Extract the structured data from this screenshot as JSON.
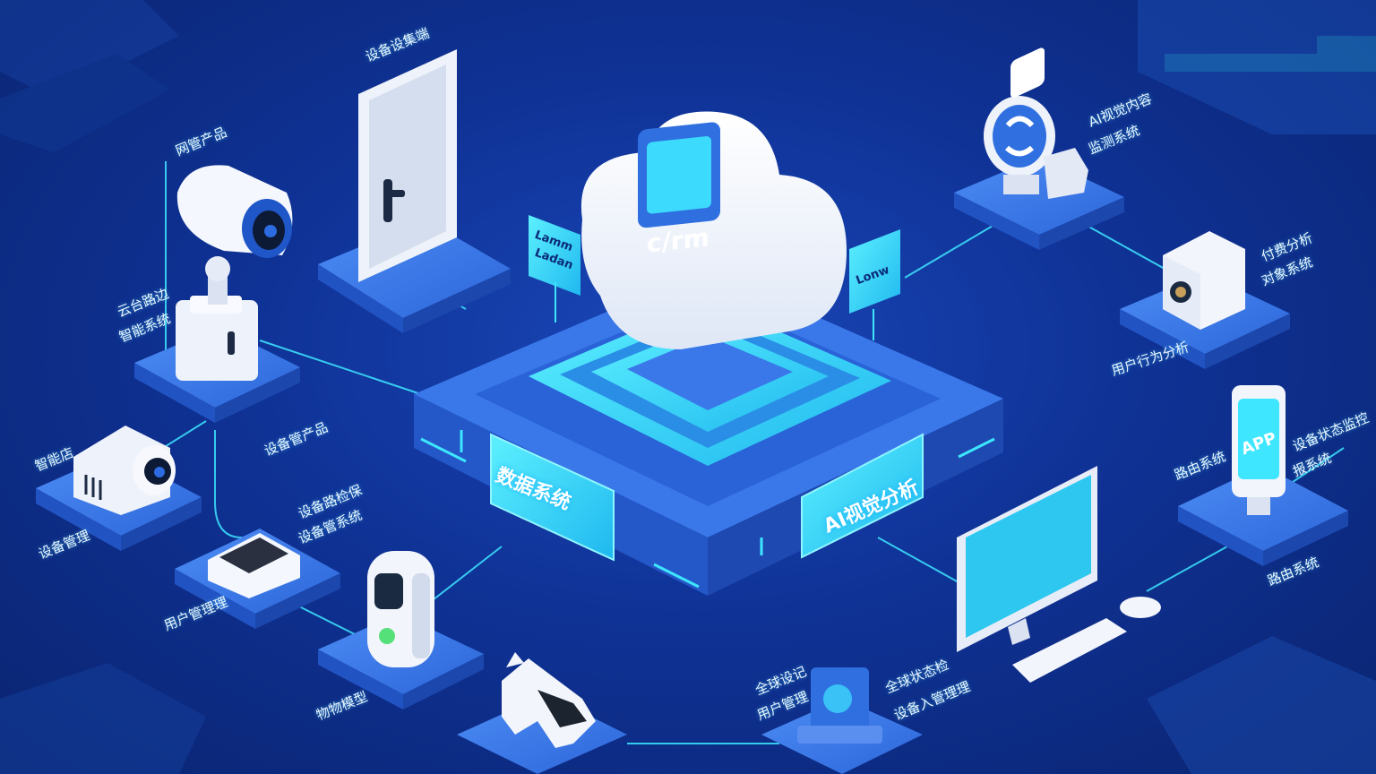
{
  "hub": {
    "cloud_logo": "c/rm",
    "left_badge": "数据系统",
    "right_badge": "AI视觉分析",
    "left_tag": [
      "Lamm",
      "Ladan"
    ],
    "right_tag": "Lonw"
  },
  "labels": {
    "door_title": "设备设集端",
    "camera_title": "网管产品",
    "camera_side": [
      "云台路边",
      "智能系统"
    ],
    "camera_bottom": "设备管产品",
    "cam2_left": "智能店",
    "cam2_bottom": "设备管理",
    "hub_device": [
      "设备路检保",
      "设备管系统"
    ],
    "hub_bottom": "用户管理理",
    "doorbell_bottom": "物物模型",
    "ai_top": [
      "AI视觉内容",
      "监测系统"
    ],
    "appliance_right": [
      "付费分析",
      "对象系统"
    ],
    "user_behavior": "用户行为分析",
    "phone_app": "APP",
    "phone_left": "路由系统",
    "phone_right": [
      "设备状态监控",
      "报系统"
    ],
    "phone_bottom": "路由系统",
    "monitor_left": [
      "全球设记",
      "用户管理"
    ],
    "monitor_center": [
      "全球状态检",
      "设备入管理理"
    ]
  },
  "colors": {
    "background": "#0f3296",
    "platform": "#2f6fe0",
    "accent_cyan": "#3ee6ff",
    "device_white": "#f2f5fb"
  },
  "icons": [
    "cloud-icon",
    "security-camera-icon",
    "door-icon",
    "dome-camera-icon",
    "smart-hub-icon",
    "video-doorbell-icon",
    "robot-dog-icon",
    "ai-vision-icon",
    "appliance-icon",
    "smartphone-icon",
    "desktop-monitor-icon",
    "gateway-icon"
  ]
}
